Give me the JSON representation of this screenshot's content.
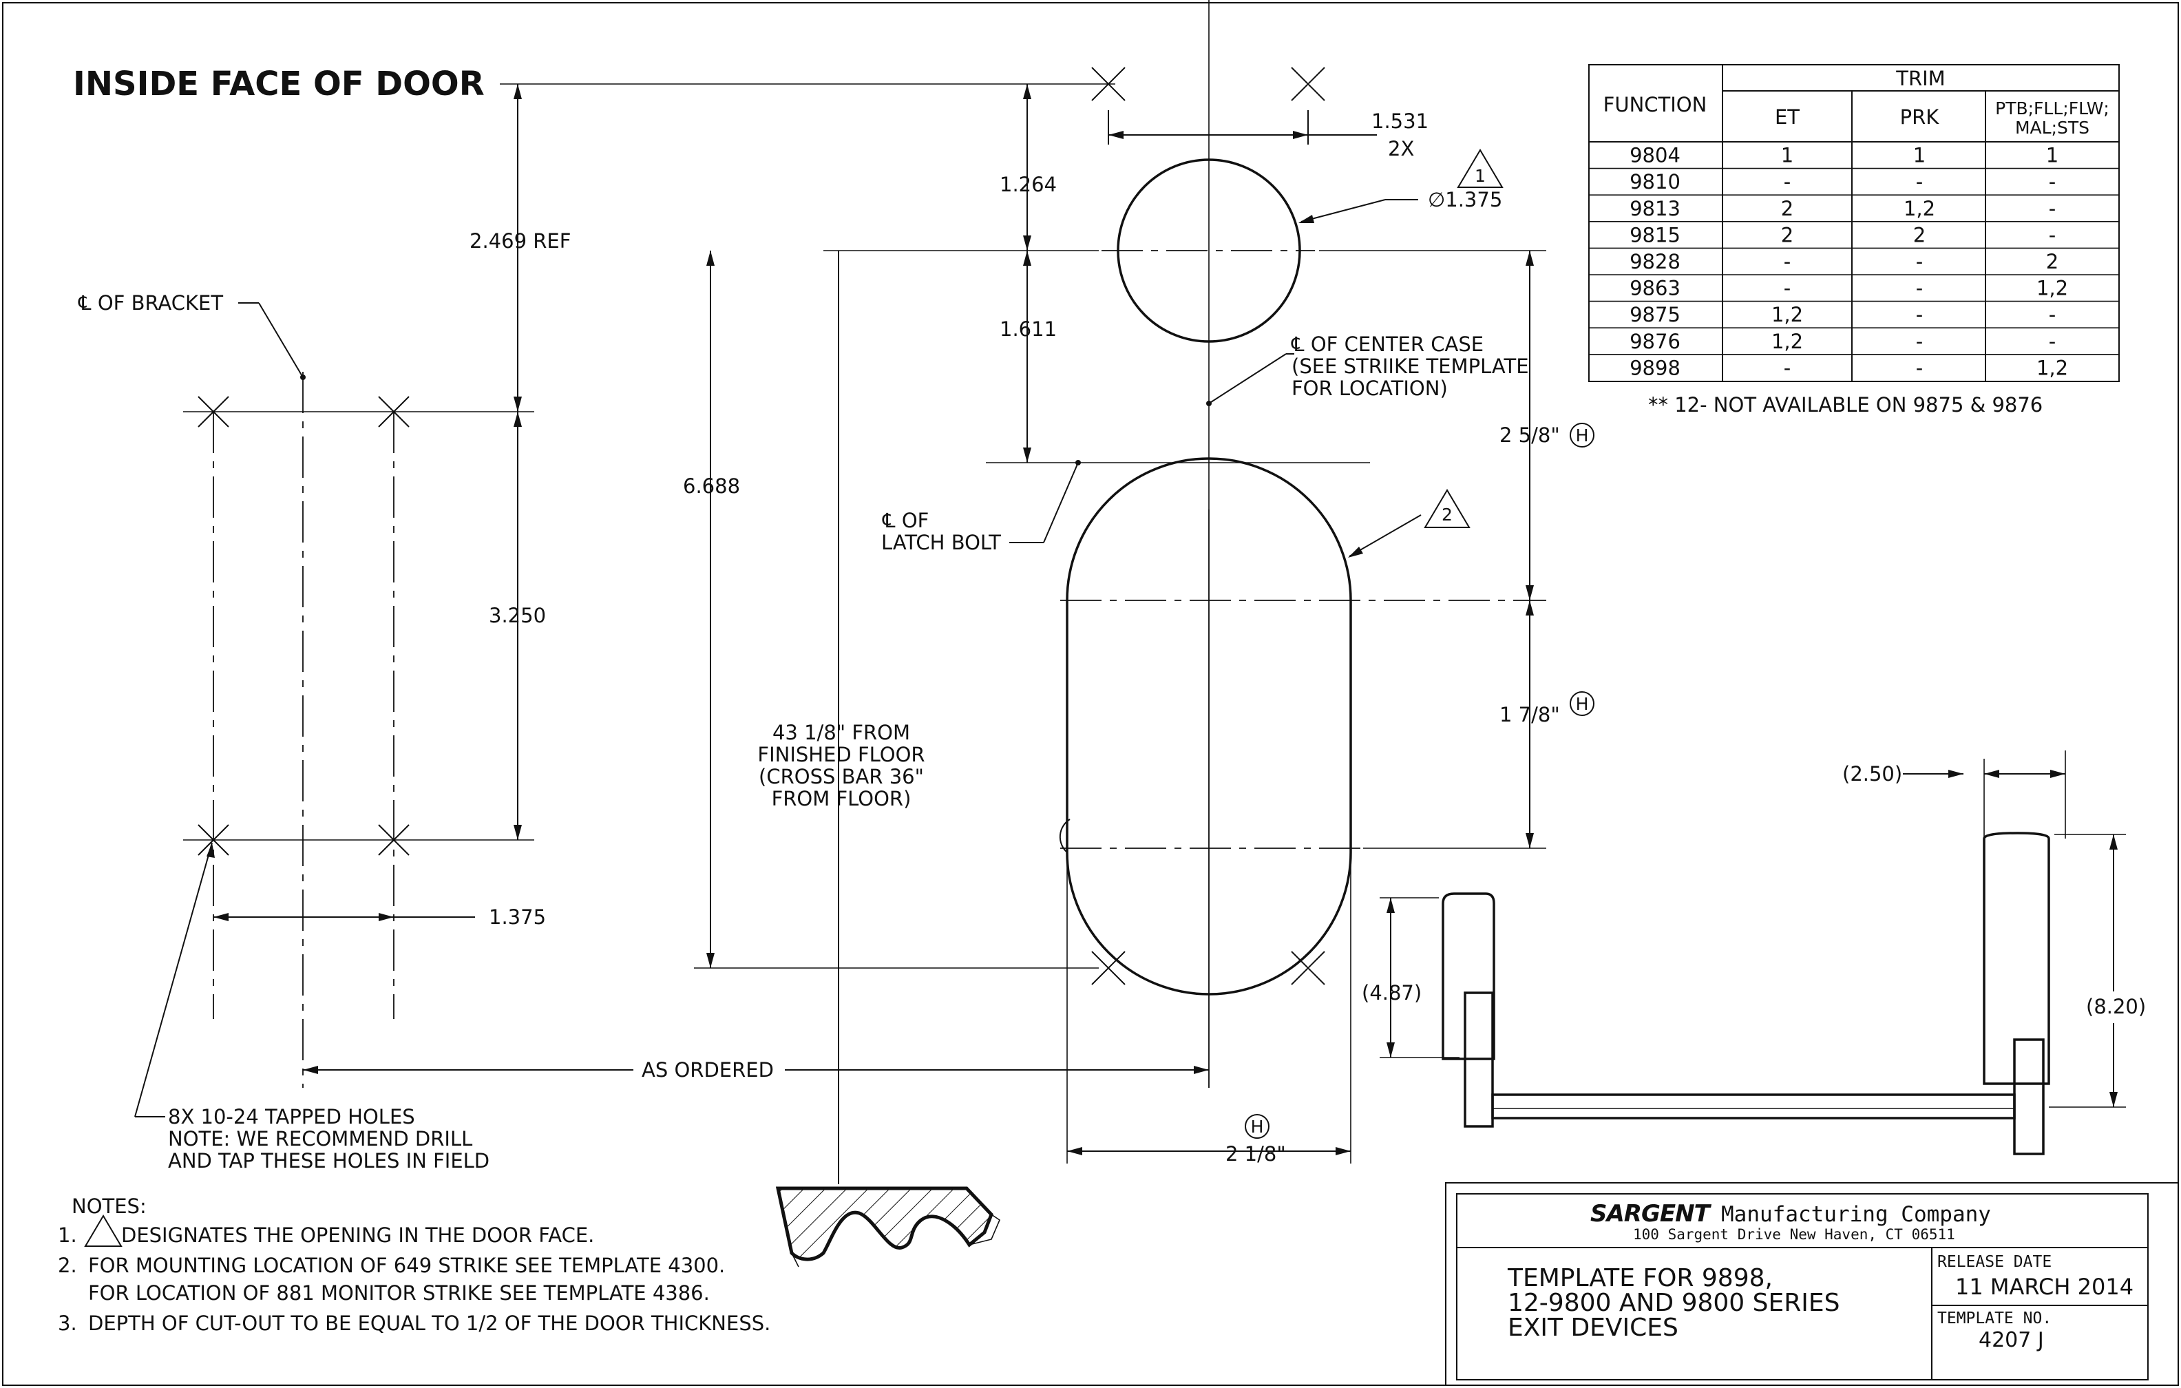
{
  "title": "INSIDE FACE OF DOOR",
  "dimensions": {
    "d1531": "1.531",
    "d2x": "2X",
    "d1264": "1.264",
    "dia1375": "∅1.375",
    "d2469": "2.469 REF",
    "d1611": "1.611",
    "d6688": "6.688",
    "d3250": "3.250",
    "d1375": "1.375",
    "d258": "2 5/8\"",
    "d178": "1 7/8\"",
    "d218": "2 1/8\"",
    "h_mark": "H",
    "as_ordered": "AS ORDERED",
    "d250": "(2.50)",
    "d487": "(4.87)",
    "d820": "(8.20)"
  },
  "callouts": {
    "bracket": "℄ OF BRACKET",
    "center_case_1": "℄ OF CENTER CASE",
    "center_case_2": "(SEE STRIIKE TEMPLATE",
    "center_case_3": "FOR LOCATION)",
    "latch_1": "℄ OF",
    "latch_2": "LATCH BOLT",
    "floor_1": "43 1/8\" FROM",
    "floor_2": "FINISHED FLOOR",
    "floor_3": "(CROSS BAR 36\"",
    "floor_4": "FROM FLOOR)",
    "holes_1": "8X  10-24 TAPPED HOLES",
    "holes_2": "NOTE:  WE RECOMMEND DRILL",
    "holes_3": "AND TAP THESE HOLES IN FIELD",
    "tri1": "1",
    "tri2": "2"
  },
  "table": {
    "function_header": "FUNCTION",
    "trim_header": "TRIM",
    "columns": [
      "ET",
      "PRK",
      "PTB;FLL;FLW;",
      "MAL;STS"
    ],
    "rows": [
      {
        "fn": "9804",
        "et": "1",
        "prk": "1",
        "ptb": "1"
      },
      {
        "fn": "9810",
        "et": "-",
        "prk": "-",
        "ptb": "-"
      },
      {
        "fn": "9813",
        "et": "2",
        "prk": "1,2",
        "ptb": "-"
      },
      {
        "fn": "9815",
        "et": "2",
        "prk": "2",
        "ptb": "-"
      },
      {
        "fn": "9828",
        "et": "-",
        "prk": "-",
        "ptb": "2"
      },
      {
        "fn": "9863",
        "et": "-",
        "prk": "-",
        "ptb": "1,2"
      },
      {
        "fn": "9875",
        "et": "1,2",
        "prk": "-",
        "ptb": "-"
      },
      {
        "fn": "9876",
        "et": "1,2",
        "prk": "-",
        "ptb": "-"
      },
      {
        "fn": "9898",
        "et": "-",
        "prk": "-",
        "ptb": "1,2"
      }
    ],
    "footnote": "** 12- NOT AVAILABLE ON 9875 & 9876"
  },
  "notes": {
    "header": "NOTES:",
    "n1_num": "1.",
    "n1": "DESIGNATES THE OPENING IN THE DOOR FACE.",
    "n2_num": "2.",
    "n2a": "FOR MOUNTING LOCATION OF 649 STRIKE SEE TEMPLATE 4300.",
    "n2b": "FOR LOCATION OF 881 MONITOR STRIKE SEE TEMPLATE  4386.",
    "n3_num": "3.",
    "n3": "DEPTH OF CUT-OUT TO BE EQUAL TO 1/2 OF THE DOOR THICKNESS."
  },
  "title_block": {
    "brand": "SARGENT",
    "company": "Manufacturing Company",
    "address": "100 Sargent Drive New Haven, CT 06511",
    "template_line1": "TEMPLATE FOR 9898,",
    "template_line2": "12-9800 AND 9800 SERIES",
    "template_line3": "EXIT DEVICES",
    "release_label": "RELEASE DATE",
    "release_date": "11 MARCH 2014",
    "template_no_label": "TEMPLATE NO.",
    "template_no": "4207 J"
  }
}
